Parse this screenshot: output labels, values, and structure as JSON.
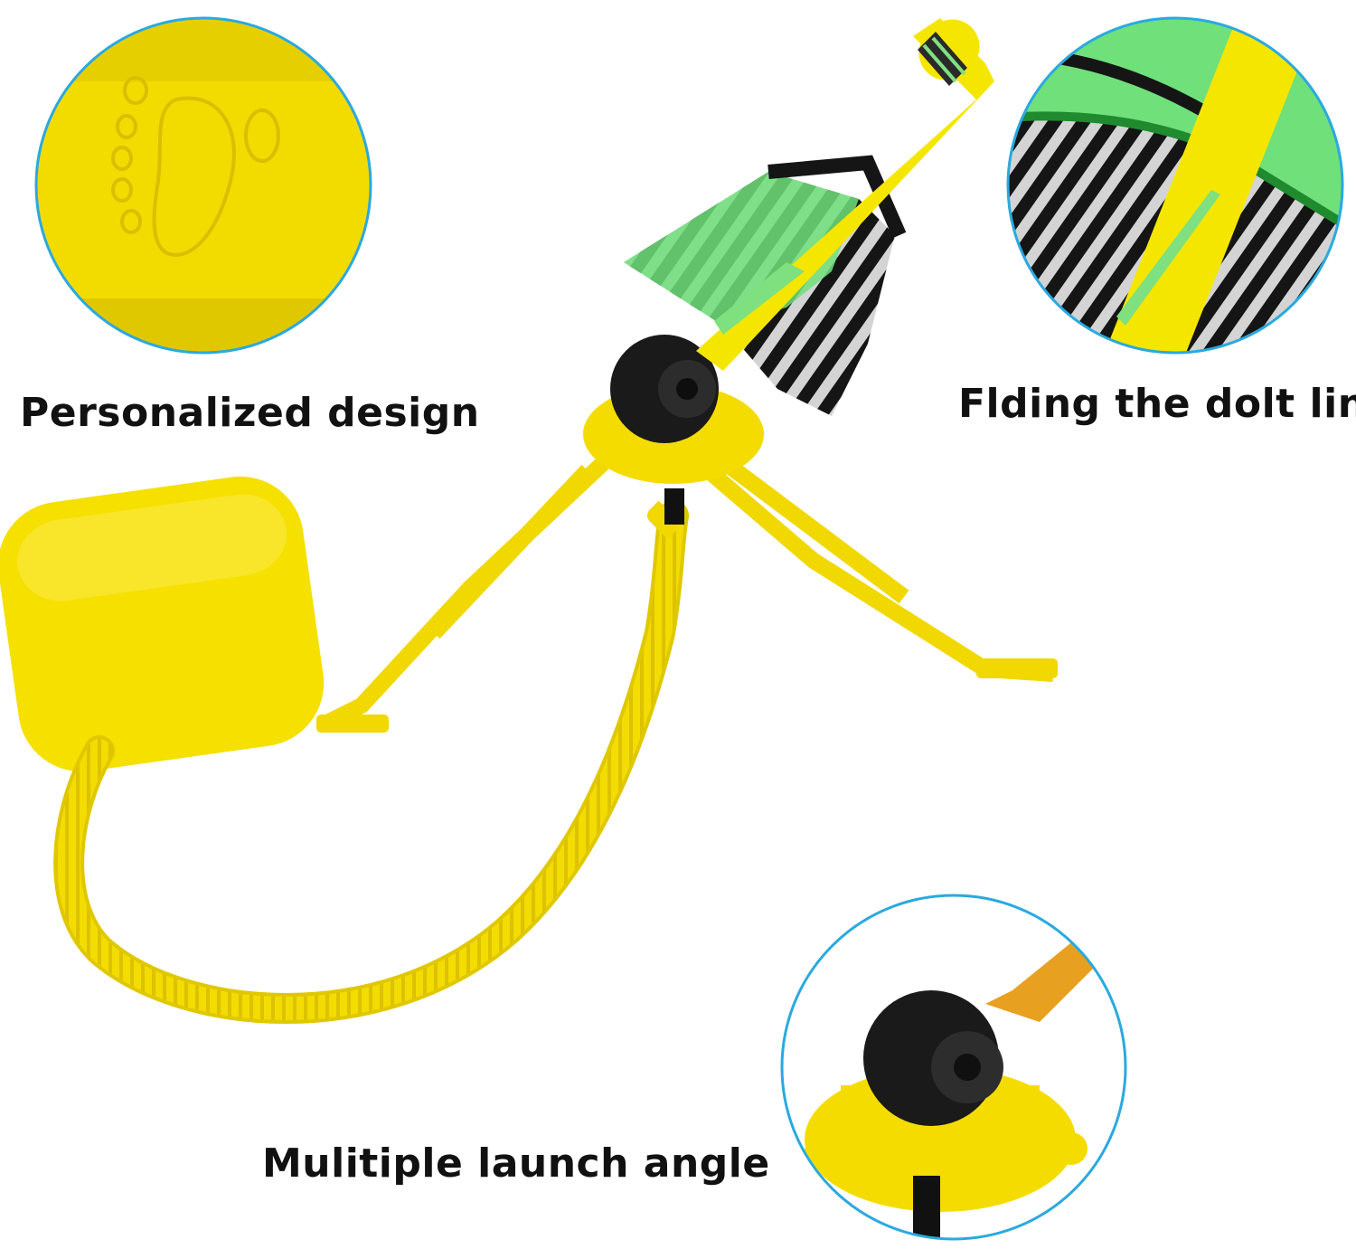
{
  "captions": {
    "personalized": "Personalized design",
    "folding": "Flding the dolt line",
    "launch_angle": "Mulitiple launch angle"
  },
  "colors": {
    "yellow": "#f5e000",
    "yellow_shade": "#d9c400",
    "green": "#6fe07a",
    "dark_green": "#1f8a2e",
    "black": "#151515",
    "silver": "#cfcfcf",
    "ring": "#2aa9e0"
  }
}
